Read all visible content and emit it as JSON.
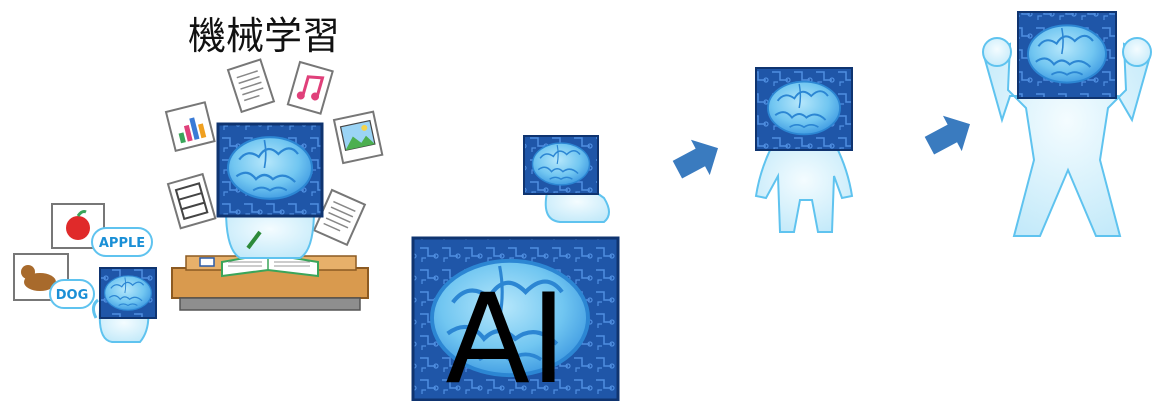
{
  "heading": {
    "label": "機械学習"
  },
  "ai_panel": {
    "label": "AI"
  },
  "flash_cards": {
    "apple_label": "APPLE",
    "dog_label": "DOG"
  },
  "colors": {
    "chip_dark": "#1e4f9c",
    "chip_light": "#2a6fd1",
    "brain": "#7fd0f5",
    "brain_shade": "#3ba7e8",
    "body": "#d8f1fb",
    "body_outline": "#5fc3ef",
    "arrow": "#3a7bbf",
    "desk": "#d99a4e"
  },
  "icons": [
    "document-icon",
    "music-note-icon",
    "bar-chart-icon",
    "photo-icon",
    "film-icon",
    "paper-list-icon",
    "apple-icon",
    "dog-icon",
    "arrow-icon"
  ]
}
